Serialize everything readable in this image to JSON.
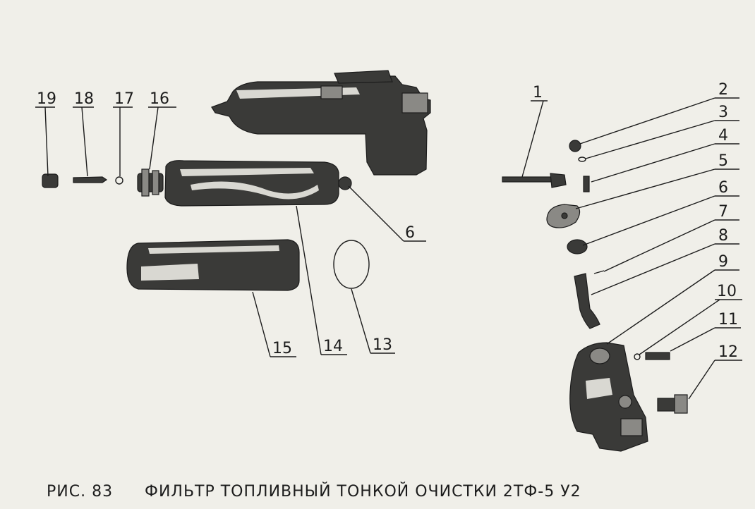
{
  "caption": {
    "fig": "РИС. 83",
    "title": "ФИЛЬТР ТОПЛИВНЫЙ ТОНКОЙ ОЧИСТКИ 2ТФ-5 У2"
  },
  "callouts": [
    "1",
    "2",
    "3",
    "4",
    "5",
    "6",
    "7",
    "8",
    "9",
    "10",
    "11",
    "12",
    "13",
    "14",
    "15",
    "16",
    "17",
    "18",
    "19"
  ]
}
